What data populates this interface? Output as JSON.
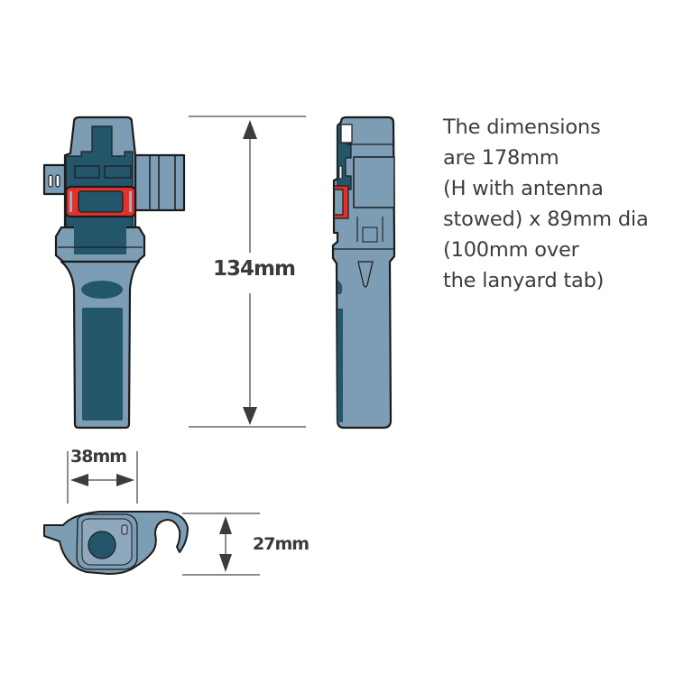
{
  "description": {
    "lines": [
      "The dimensions",
      "are 178mm",
      "(H with antenna",
      "stowed) x 89mm dia",
      "(100mm over",
      "the lanyard tab)"
    ]
  },
  "dimensions": {
    "height": "134mm",
    "width": "38mm",
    "depth": "27mm"
  },
  "views": {
    "front": "front-view",
    "side": "side-view",
    "top": "top-view"
  },
  "colors": {
    "body_light": "#7d9db4",
    "body_dark": "#24566b",
    "outline": "#1c1c1c",
    "clip_red": "#e3312c",
    "dimension_line": "#555555",
    "text": "#3d3d3d"
  }
}
